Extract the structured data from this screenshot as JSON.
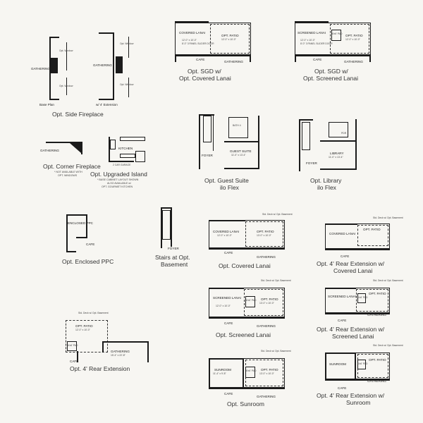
{
  "captions": {
    "side_fireplace": "Opt. Side Fireplace",
    "sgd_covered_l1": "Opt. SGD w/",
    "sgd_covered_l2": "Opt. Covered Lanai",
    "sgd_screened_l1": "Opt. SGD w/",
    "sgd_screened_l2": "Opt. Screened Lanai",
    "corner_fireplace": "Opt. Corner Fireplace",
    "upgraded_island": "Opt. Upgraded Island",
    "guest_suite_l1": "Opt. Guest Suite",
    "guest_suite_l2": "ilo Flex",
    "library_l1": "Opt. Library",
    "library_l2": "ilo Flex",
    "enclosed_ppc": "Opt. Enclosed PPC",
    "stairs_l1": "Stairs at Opt.",
    "stairs_l2": "Basement",
    "covered_lanai": "Opt. Covered Lanai",
    "rear_ext_covered_l1": "Opt. 4' Rear Extension w/",
    "rear_ext_covered_l2": "Covered Lanai",
    "rear_ext": "Opt. 4' Rear Extension",
    "screened_lanai": "Opt. Screened Lanai",
    "rear_ext_screened_l1": "Opt. 4' Rear Extension w/",
    "rear_ext_screened_l2": "Screened Lanai",
    "sunroom": "Opt. Sunroom",
    "rear_ext_sunroom_l1": "Opt. 4' Rear Extension w/",
    "rear_ext_sunroom_l2": "Sunroom"
  },
  "notes": {
    "corner_fireplace_l1": "* NOT AVAILABLE WITH",
    "corner_fireplace_l2": "OPT. WINDOWS",
    "island_l1": "* BASE CABINET LAYOUT SHOWN",
    "island_l2": "ALSO AVAILABLE w/",
    "island_l3": "OPT. GOURMET KITCHEN"
  },
  "sub_labels": {
    "base_plan": "Base Plan",
    "with_4_extension": "w/ 4' Extension",
    "opt_window": "Opt. Window"
  },
  "rooms": {
    "gathering": "GATHERING",
    "covered_lanai": "COVERED LANAI",
    "screened_lanai": "SCREENED LANAI",
    "opt_patio": "OPT. PATIO",
    "cafe": "CAFE",
    "foyer": "FOYER",
    "guest_suite": "GUEST SUITE",
    "bath": "BATH 4",
    "library": "LIBRARY",
    "pdr": "PDR",
    "kitchen": "KITCHEN",
    "garage": "2 CAR GARAGE",
    "enclosed_ppc": "ENCLOSED PPC",
    "sunroom": "SUNROOM",
    "pad": "6'x6' PAD"
  },
  "dims": {
    "lanai": "12'-0\" x 10'-0\"",
    "patio": "12'-0\" x 10'-0\"",
    "patio2": "13'-0\" x 10'-0\"",
    "guest": "11'-0\" x 13'-4\"",
    "library": "11'-0\" x 13'-4\"",
    "gathering_ext": "15'-4\" x 22'-8\"",
    "sunroom": "11'-4\" x 9'-8\"",
    "sgd": "8'-0\" 3 PANEL SLIDER DOOR",
    "deck": "Std. Deck w/ Opt. Basement"
  }
}
